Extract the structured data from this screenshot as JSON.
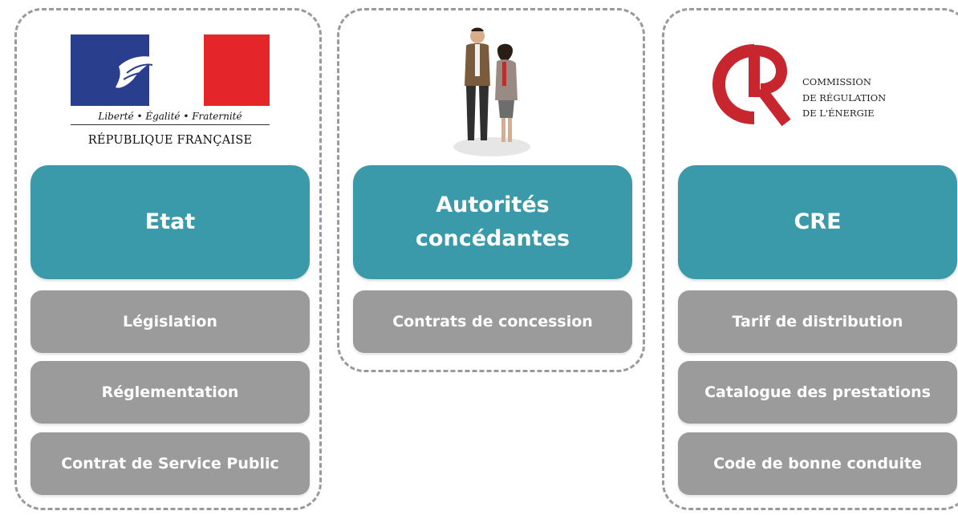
{
  "colors": {
    "title_box": "#3b9aa9",
    "item_box": "#9b9b9b",
    "border": "#9a9a9a",
    "flag_blue": "#2a3e8e",
    "flag_red": "#e4262b",
    "cre_red": "#c7262f"
  },
  "columns": [
    {
      "logo": {
        "icon": "republique-francaise-logo",
        "motto": "Liberté • Égalité • Fraternité",
        "name": "RÉPUBLIQUE FRANÇAISE"
      },
      "title": "Etat",
      "items": [
        "Législation",
        "Réglementation",
        "Contrat de Service Public"
      ]
    },
    {
      "logo": {
        "icon": "people-icon"
      },
      "title": "Autorités\nconcédantes",
      "items": [
        "Contrats de concession"
      ]
    },
    {
      "logo": {
        "icon": "cre-logo",
        "line1": "COMMISSION",
        "line2": "DE RÉGULATION",
        "line3": "DE L'ÉNERGIE"
      },
      "title": "CRE",
      "items": [
        "Tarif de distribution",
        "Catalogue des prestations",
        "Code de bonne conduite"
      ]
    }
  ]
}
